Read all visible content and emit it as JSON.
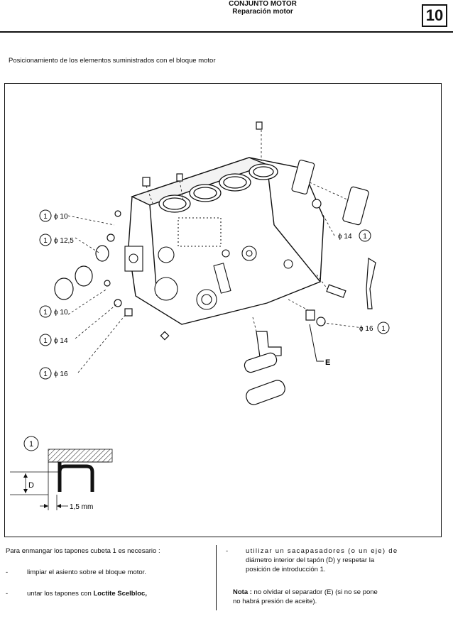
{
  "header": {
    "title": "CONJUNTO MOTOR",
    "subtitle": "Reparación motor",
    "section": "10"
  },
  "heading": "Posicionamiento de los elementos suministrados con el bloque motor",
  "figure": {
    "callouts": [
      {
        "num": "1",
        "dia": "ϕ 10"
      },
      {
        "num": "1",
        "dia": "ϕ 12,5"
      },
      {
        "num": "1",
        "dia": "ϕ 10"
      },
      {
        "num": "1",
        "dia": "ϕ 14"
      },
      {
        "num": "1",
        "dia": "ϕ 16"
      },
      {
        "num": "1",
        "dia": "ϕ 14"
      },
      {
        "num": "1",
        "dia": "ϕ 16"
      }
    ],
    "letter_e": "E",
    "detail": {
      "num": "1",
      "d_label": "D",
      "dim": "1,5 mm"
    }
  },
  "left_col": {
    "intro": "Para enmangar los tapones cubeta 1 es necesario :",
    "bullet": "-",
    "item1": "limpiar el asiento sobre el bloque motor.",
    "item2_a": "untar los tapones con ",
    "item2_b": "Loctite Scelbloc,"
  },
  "right_col": {
    "bullet": "-",
    "item_line1": "utilizar un sacapasadores (o un eje) de",
    "item_line2": "diámetro interior del tapón (D) y respetar la",
    "item_line3": "posición de introducción 1.",
    "note_label": "Nota :",
    "note_line1": " no olvidar el separador (E) (si no se pone",
    "note_line2": "no habrá presión de aceite)."
  }
}
